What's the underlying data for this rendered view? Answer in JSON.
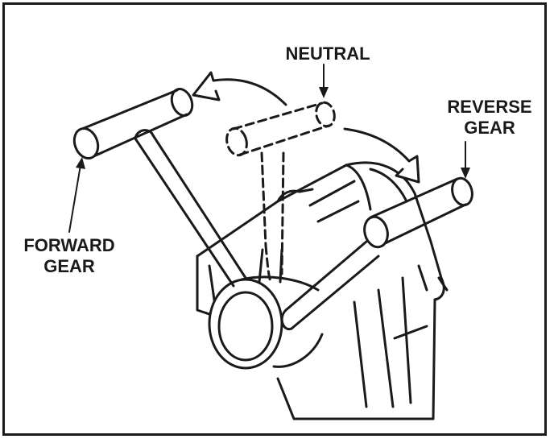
{
  "labels": {
    "neutral": "NEUTRAL",
    "reverse_line1": "REVERSE",
    "reverse_line2": "GEAR",
    "forward_line1": "FORWARD",
    "forward_line2": "GEAR"
  },
  "colors": {
    "ink": "#1a1a1a",
    "background": "#ffffff"
  }
}
